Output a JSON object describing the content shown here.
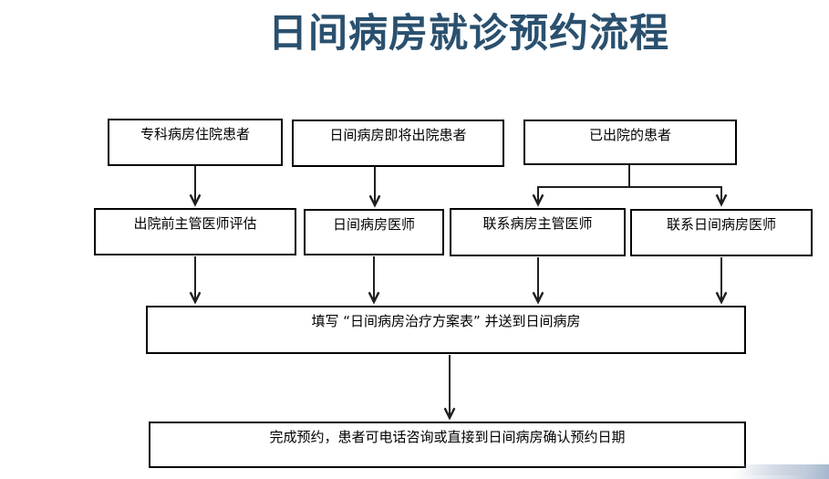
{
  "title": "日间病房就诊预约流程",
  "colors": {
    "title": "#2A506E",
    "box_border": "#000000",
    "connector": "#1f1f1f",
    "corner_accent": "#aebdd1"
  },
  "nodes": [
    {
      "id": "specialized-ward-inpatient",
      "label": "专科病房住院患者"
    },
    {
      "id": "day-ward-discharging-patient",
      "label": "日间病房即将出院患者"
    },
    {
      "id": "discharged-patient",
      "label": "已出院的患者"
    },
    {
      "id": "pre-discharge-evaluation",
      "label": "出院前主管医师评估"
    },
    {
      "id": "day-ward-doctor",
      "label": "日间病房医师"
    },
    {
      "id": "contact-ward-attending-doctor",
      "label": "联系病房主管医师"
    },
    {
      "id": "contact-day-ward-doctor",
      "label": "联系日间病房医师"
    },
    {
      "id": "fill-treatment-plan-form",
      "label": "填写 “日间病房治疗方案表” 并送到日间病房"
    },
    {
      "id": "complete-appointment",
      "label": "完成预约，患者可电话咨询或直接到日间病房确认预约日期"
    }
  ],
  "edges": [
    {
      "from": "specialized-ward-inpatient",
      "to": "pre-discharge-evaluation"
    },
    {
      "from": "day-ward-discharging-patient",
      "to": "day-ward-doctor"
    },
    {
      "from": "discharged-patient",
      "to": "contact-ward-attending-doctor"
    },
    {
      "from": "discharged-patient",
      "to": "contact-day-ward-doctor"
    },
    {
      "from": "pre-discharge-evaluation",
      "to": "fill-treatment-plan-form"
    },
    {
      "from": "day-ward-doctor",
      "to": "fill-treatment-plan-form"
    },
    {
      "from": "contact-ward-attending-doctor",
      "to": "fill-treatment-plan-form"
    },
    {
      "from": "contact-day-ward-doctor",
      "to": "fill-treatment-plan-form"
    },
    {
      "from": "fill-treatment-plan-form",
      "to": "complete-appointment"
    }
  ]
}
